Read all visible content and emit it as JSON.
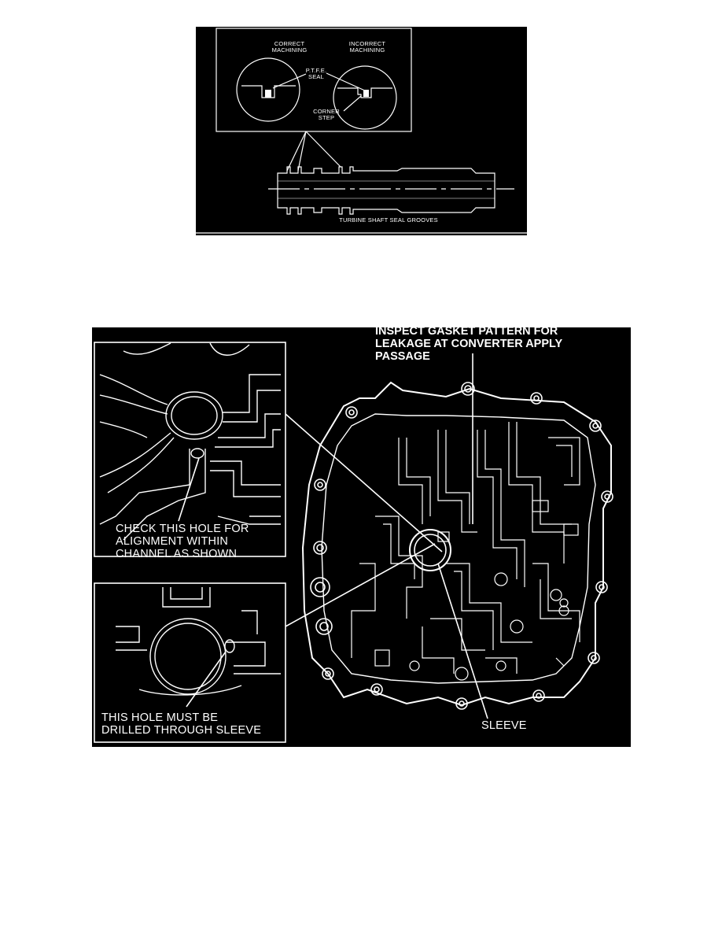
{
  "figure1": {
    "label_correct": "CORRECT\nMACHINING",
    "label_incorrect": "INCORRECT\nMACHINING",
    "label_ptfe": "P.T.F.E.\nSEAL",
    "label_corner": "CORNER\nSTEP",
    "caption": "TURBINE SHAFT SEAL GROOVES"
  },
  "figure2": {
    "label_inspect": "INSPECT GASKET PATTERN FOR\nLEAKAGE AT CONVERTER APPLY\nPASSAGE",
    "label_check": "CHECK THIS HOLE FOR\nALIGNMENT WITHIN\nCHANNEL AS SHOWN",
    "label_drill": "THIS HOLE MUST BE\nDRILLED THROUGH SLEEVE",
    "label_sleeve": "SLEEVE"
  },
  "colors": {
    "background": "#000000",
    "linework": "#ffffff",
    "page": "#ffffff"
  }
}
